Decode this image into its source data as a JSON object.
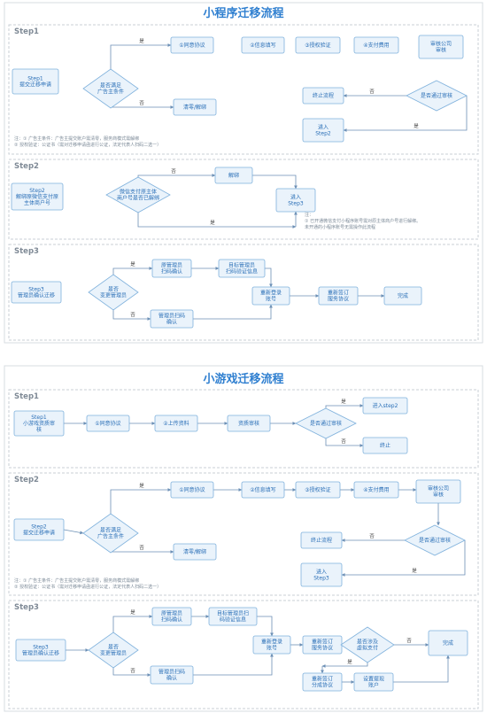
{
  "diagrams": [
    {
      "title": "小程序迁移流程",
      "sections": [
        {
          "heading": "Step1",
          "nodes": [
            {
              "id": "a_s1",
              "label": "Step1\n提交迁移申请"
            },
            {
              "id": "a_d1",
              "label": "是否满足\n广告主条件"
            },
            {
              "id": "a_agree",
              "label": "①同意协议"
            },
            {
              "id": "a_info",
              "label": "②信息填写"
            },
            {
              "id": "a_auth",
              "label": "③授权验证"
            },
            {
              "id": "a_pay",
              "label": "④支付费用"
            },
            {
              "id": "a_review",
              "label": "审核公司\n审核"
            },
            {
              "id": "a_clear",
              "label": "清零/解绑"
            },
            {
              "id": "a_d2",
              "label": "是否通过审核"
            },
            {
              "id": "a_stop",
              "label": "终止流程"
            },
            {
              "id": "a_step2",
              "label": "进入\nStep2"
            }
          ],
          "edge_labels": {
            "yes": "是",
            "no": "否"
          },
          "notes": [
            "注：① 广告主条件：广告主提交账户需清零，服务商模式需解绑",
            "② 授权验证：公证书（需对迁移申请函进行公证，法定代表人扫码二选一）"
          ]
        },
        {
          "heading": "Step2",
          "nodes": [
            {
              "id": "a2_s",
              "label": "Step2\n解绑原微信支付原\n主体商户号"
            },
            {
              "id": "a2_d",
              "label": "微信支付原主体\n商户号是否已解绑"
            },
            {
              "id": "a2_unbind",
              "label": "解绑"
            },
            {
              "id": "a2_step3",
              "label": "进入\nStep3"
            }
          ],
          "edge_labels": {
            "yes": "是",
            "no": "否"
          },
          "notes": [
            "注：",
            "① 已开通微信支付小程序账号需对原主体商户号进行解绑。",
            "未开通的小程序账号无需操作此流程"
          ]
        },
        {
          "heading": "Step3",
          "nodes": [
            {
              "id": "a3_s",
              "label": "Step3\n管理员确认迁移"
            },
            {
              "id": "a3_d",
              "label": "是否\n变更管理员"
            },
            {
              "id": "a3_orig",
              "label": "原管理员\n扫码确认"
            },
            {
              "id": "a3_target",
              "label": "目标管理员\n扫码验证信息"
            },
            {
              "id": "a3_admin",
              "label": "管理员扫码\n确认"
            },
            {
              "id": "a3_relogin",
              "label": "重新登录\n账号"
            },
            {
              "id": "a3_resign",
              "label": "重新签订\n服务协议"
            },
            {
              "id": "a3_done",
              "label": "完成"
            }
          ],
          "edge_labels": {
            "yes": "是",
            "no": "否"
          }
        }
      ]
    },
    {
      "title": "小游戏迁移流程",
      "sections": [
        {
          "heading": "Step1",
          "nodes": [
            {
              "id": "b_s1",
              "label": "Step1\n小游戏资质审\n核"
            },
            {
              "id": "b_agree",
              "label": "①同意协议"
            },
            {
              "id": "b_upload",
              "label": "②上传资料"
            },
            {
              "id": "b_qual",
              "label": "资质审核"
            },
            {
              "id": "b_d",
              "label": "是否通过审核"
            },
            {
              "id": "b_step2",
              "label": "进入step2"
            },
            {
              "id": "b_stop",
              "label": "终止"
            }
          ],
          "edge_labels": {
            "yes": "是",
            "no": "否"
          }
        },
        {
          "heading": "Step2",
          "nodes": [
            {
              "id": "b2_s",
              "label": "Step2\n提交迁移申请"
            },
            {
              "id": "b2_d1",
              "label": "是否满足\n广告主条件"
            },
            {
              "id": "b2_agree",
              "label": "①同意协议"
            },
            {
              "id": "b2_info",
              "label": "②信息填写"
            },
            {
              "id": "b2_auth",
              "label": "③授权验证"
            },
            {
              "id": "b2_pay",
              "label": "④支付费用"
            },
            {
              "id": "b2_review",
              "label": "审核公司\n审核"
            },
            {
              "id": "b2_clear",
              "label": "清零/解绑"
            },
            {
              "id": "b2_d2",
              "label": "是否通过审核"
            },
            {
              "id": "b2_stop",
              "label": "终止流程"
            },
            {
              "id": "b2_step3",
              "label": "进入\nStep3"
            }
          ],
          "edge_labels": {
            "yes": "是",
            "no": "否"
          },
          "notes": [
            "注：① 广告主条件：广告主提交账户需清零，服务商模式需解绑",
            "② 授权验证：公证书（需对迁移申请函进行公证，法定代表人扫码二选一）"
          ]
        },
        {
          "heading": "Step3",
          "nodes": [
            {
              "id": "b3_s",
              "label": "Step3\n管理员确认迁移"
            },
            {
              "id": "b3_d",
              "label": "是否\n变更管理员"
            },
            {
              "id": "b3_orig",
              "label": "原管理员\n扫码确认"
            },
            {
              "id": "b3_target",
              "label": "目标管理员扫\n码验证信息"
            },
            {
              "id": "b3_admin",
              "label": "管理员扫码\n确认"
            },
            {
              "id": "b3_relogin",
              "label": "重新登录\n账号"
            },
            {
              "id": "b3_resign",
              "label": "重新签订\n服务协议"
            },
            {
              "id": "b3_dvirtual",
              "label": "是否涉及\n虚拟支付"
            },
            {
              "id": "b3_done",
              "label": "完成"
            },
            {
              "id": "b3_share",
              "label": "重新签订\n分成协议"
            },
            {
              "id": "b3_settle",
              "label": "设置提现\n账户"
            }
          ],
          "edge_labels": {
            "yes": "是",
            "no": "否"
          }
        }
      ]
    }
  ]
}
